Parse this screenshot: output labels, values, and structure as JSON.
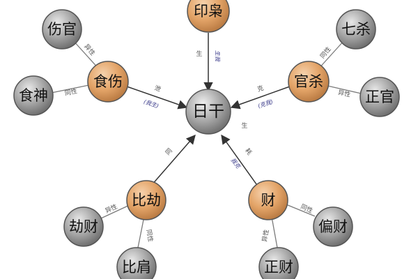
{
  "colors": {
    "center_fill": "#a9a9a9",
    "orange_fill": "#e3a468",
    "gray_fill": "#a6a6a6",
    "stroke": "#555555",
    "text": "#111111",
    "line": "#7a7a7a",
    "arrow": "#333333"
  },
  "nodes": {
    "rizhi": {
      "label": "日干",
      "kind": "center"
    },
    "yinxiao": {
      "label": "印枭",
      "kind": "orange"
    },
    "shishang": {
      "label": "食伤",
      "kind": "orange"
    },
    "guansha": {
      "label": "官杀",
      "kind": "orange"
    },
    "bijie": {
      "label": "比劫",
      "kind": "orange"
    },
    "cai": {
      "label": "财",
      "kind": "orange"
    },
    "shangguan": {
      "label": "伤官",
      "kind": "gray"
    },
    "shishen": {
      "label": "食神",
      "kind": "gray"
    },
    "qisha": {
      "label": "七杀",
      "kind": "gray"
    },
    "zhengguan": {
      "label": "正官",
      "kind": "gray"
    },
    "jiecai": {
      "label": "劫财",
      "kind": "gray"
    },
    "bijian": {
      "label": "比肩",
      "kind": "gray"
    },
    "piancai": {
      "label": "偏财",
      "kind": "gray"
    },
    "zhengcai": {
      "label": "正财",
      "kind": "gray"
    }
  },
  "relations": {
    "yin_to_rizhi": {
      "label": "生",
      "note": "生我"
    },
    "shishang_rizhi": {
      "label": "泄",
      "note": "(我生)"
    },
    "guansha_rizhi": {
      "label": "克",
      "note": "(克我)"
    },
    "rizhi_cai": {
      "label": "生"
    },
    "bijie_rizhi": {
      "label": "同"
    },
    "cai_rizhi": {
      "label": "耗",
      "note": "我克"
    },
    "shishang_shangguan": {
      "label": "异性"
    },
    "shishang_shishen": {
      "label": "同性"
    },
    "guansha_qisha": {
      "label": "同性"
    },
    "guansha_zhengguan": {
      "label": "异性"
    },
    "bijie_jiecai": {
      "label": "异性"
    },
    "bijie_bijian": {
      "label": "同性"
    },
    "cai_piancai": {
      "label": "同性"
    },
    "cai_zhengcai": {
      "label": "异性"
    }
  }
}
